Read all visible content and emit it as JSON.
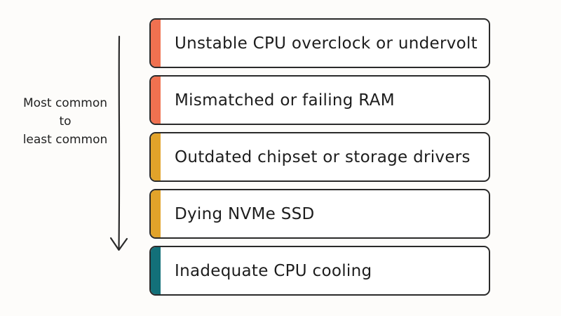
{
  "axis": {
    "lines": [
      "Most common",
      "to",
      "least common"
    ]
  },
  "colors": {
    "high": "#f07150",
    "medium": "#e2a32a",
    "low": "#137079"
  },
  "items": [
    {
      "label": "Unstable CPU overclock or undervolt",
      "level": "high"
    },
    {
      "label": "Mismatched or failing RAM",
      "level": "high"
    },
    {
      "label": "Outdated chipset or storage drivers",
      "level": "medium"
    },
    {
      "label": "Dying NVMe SSD",
      "level": "medium"
    },
    {
      "label": "Inadequate CPU cooling",
      "level": "low"
    }
  ]
}
